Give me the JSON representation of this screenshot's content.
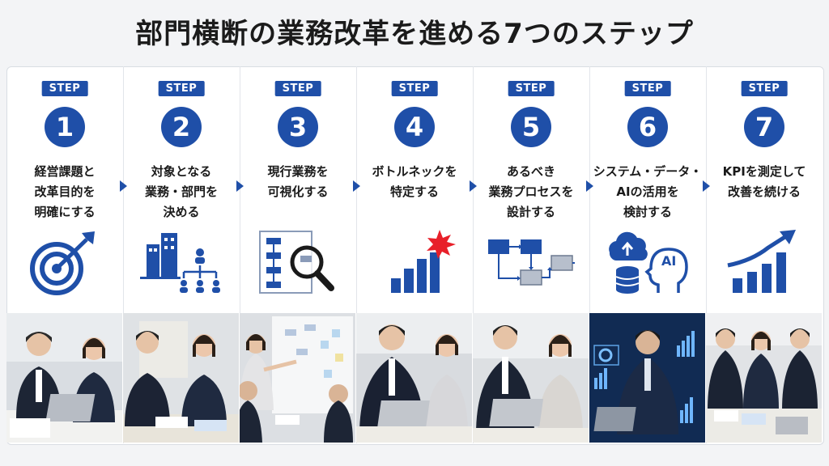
{
  "title": "部門横断の業務改革を進める7つのステップ",
  "colors": {
    "accent": "#1f4fa8"
  },
  "steps": [
    {
      "badge": "STEP",
      "number": "1",
      "text": "経営課題と\n改革目的を\n明確にする",
      "icon": "target-icon",
      "photo": "two-people-meeting-photo"
    },
    {
      "badge": "STEP",
      "number": "2",
      "text": "対象となる\n業務・部門を\n決める",
      "icon": "org-chart-icon",
      "photo": "two-people-documents-photo"
    },
    {
      "badge": "STEP",
      "number": "3",
      "text": "現行業務を\n可視化する",
      "icon": "flowchart-magnifier-icon",
      "photo": "whiteboard-presentation-photo"
    },
    {
      "badge": "STEP",
      "number": "4",
      "text": "ボトルネックを\n特定する",
      "icon": "bar-chart-alert-icon",
      "photo": "two-people-laptop-photo"
    },
    {
      "badge": "STEP",
      "number": "5",
      "text": "あるべき\n業務プロセスを\n設計する",
      "icon": "process-flow-icon",
      "photo": "two-people-smiling-photo"
    },
    {
      "badge": "STEP",
      "number": "6",
      "text": "システム・データ・\nAIの活用を\n検討する",
      "icon": "cloud-ai-icon",
      "photo": "data-dashboard-photo"
    },
    {
      "badge": "STEP",
      "number": "7",
      "text": "KPIを測定して\n改善を続ける",
      "icon": "growth-chart-icon",
      "photo": "team-review-photo"
    }
  ]
}
